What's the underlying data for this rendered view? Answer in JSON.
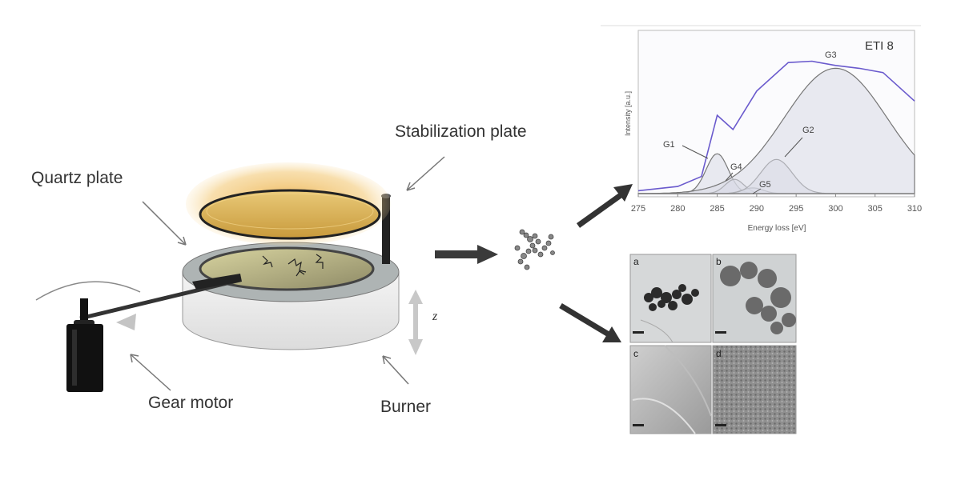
{
  "labels": {
    "stabilization_plate": "Stabilization plate",
    "quartz_plate": "Quartz plate",
    "gear_motor": "Gear motor",
    "burner": "Burner",
    "z_axis": "z"
  },
  "spectrum": {
    "tag": "ETI 8",
    "xlabel": "Energy loss [eV]",
    "ylabel": "Intensity [a.u.]",
    "xticks": [
      "275",
      "280",
      "285",
      "290",
      "295",
      "300",
      "305",
      "310"
    ],
    "peaks": {
      "g1": "G1",
      "g2": "G2",
      "g3": "G3",
      "g4": "G4",
      "g5": "G5"
    }
  },
  "tem_panels": {
    "a": "a",
    "b": "b",
    "c": "c",
    "d": "d"
  },
  "colors": {
    "flame": "#e8a530",
    "plate": "#c9a24a",
    "spectrum_line": "#6a5acd",
    "gauss_fill": "#d9dbe6",
    "arrow": "#3a3a3a"
  },
  "chart_data": {
    "type": "line",
    "xlabel": "Energy loss [eV]",
    "ylabel": "Intensity [a.u.]",
    "xlim": [
      275,
      310
    ],
    "series": [
      {
        "name": "",
        "x": [
          275,
          280,
          283,
          285,
          287,
          290,
          294,
          297,
          300,
          303,
          306,
          310
        ],
        "y": [
          0.02,
          0.05,
          0.12,
          0.55,
          0.45,
          0.72,
          0.92,
          0.93,
          0.9,
          0.88,
          0.85,
          0.65
        ]
      }
    ],
    "peaks": [
      {
        "name": "G1",
        "center": 285.0
      },
      {
        "name": "G4",
        "center": 287.2
      },
      {
        "name": "G5",
        "center": 289.5
      },
      {
        "name": "G2",
        "center": 292.5
      },
      {
        "name": "G3",
        "center": 300.0
      }
    ]
  }
}
